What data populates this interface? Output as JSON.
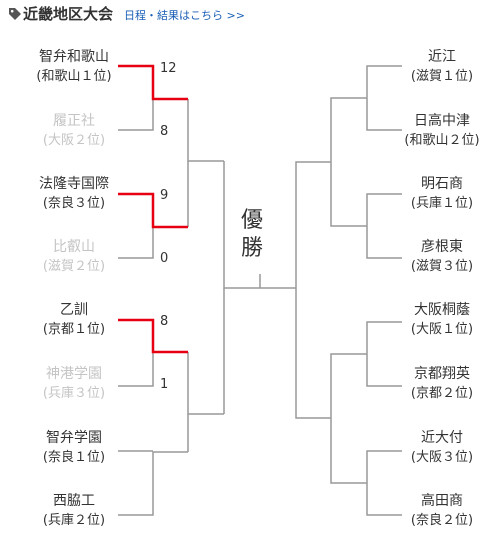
{
  "header": {
    "title": "近畿地区大会",
    "link": "日程・結果はこちら >>"
  },
  "champion_label": [
    "優",
    "勝"
  ],
  "left": [
    {
      "name": "智弁和歌山",
      "pref": "(和歌山１位)",
      "score": "12"
    },
    {
      "name": "履正社",
      "pref": "(大阪２位)",
      "score": "8"
    },
    {
      "name": "法隆寺国際",
      "pref": "(奈良３位)",
      "score": "9"
    },
    {
      "name": "比叡山",
      "pref": "(滋賀２位)",
      "score": "0"
    },
    {
      "name": "乙訓",
      "pref": "(京都１位)",
      "score": "8"
    },
    {
      "name": "神港学園",
      "pref": "(兵庫３位)",
      "score": "1"
    },
    {
      "name": "智弁学園",
      "pref": "(奈良１位)"
    },
    {
      "name": "西脇工",
      "pref": "(兵庫２位)"
    }
  ],
  "right": [
    {
      "name": "近江",
      "pref": "(滋賀１位)"
    },
    {
      "name": "日高中津",
      "pref": "(和歌山２位)"
    },
    {
      "name": "明石商",
      "pref": "(兵庫１位)"
    },
    {
      "name": "彦根東",
      "pref": "(滋賀３位)"
    },
    {
      "name": "大阪桐蔭",
      "pref": "(大阪１位)"
    },
    {
      "name": "京都翔英",
      "pref": "(京都２位)"
    },
    {
      "name": "近大付",
      "pref": "(大阪３位)"
    },
    {
      "name": "高田商",
      "pref": "(奈良２位)"
    }
  ],
  "colors": {
    "winner_line": "#e60012",
    "line": "#999999",
    "lost_text": "#c4c4c4"
  }
}
